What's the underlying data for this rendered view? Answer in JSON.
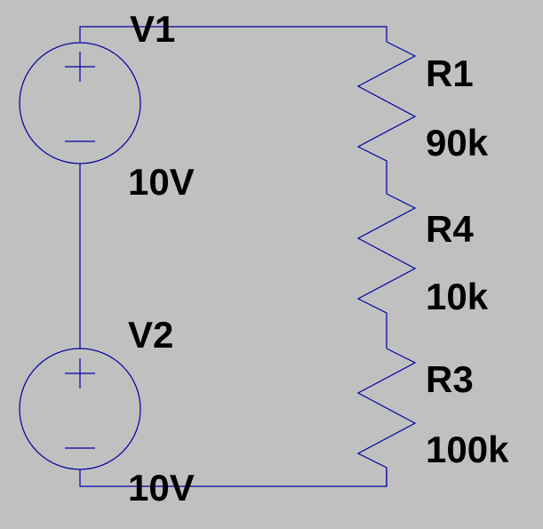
{
  "colors": {
    "background": "#c0c0c0",
    "wire": "#0000a0",
    "text": "#000000"
  },
  "components": {
    "v1": {
      "name": "V1",
      "value": "10V",
      "type": "voltage-source"
    },
    "v2": {
      "name": "V2",
      "value": "10V",
      "type": "voltage-source"
    },
    "r1": {
      "name": "R1",
      "value": "90k",
      "type": "resistor"
    },
    "r4": {
      "name": "R4",
      "value": "10k",
      "type": "resistor"
    },
    "r3": {
      "name": "R3",
      "value": "100k",
      "type": "resistor"
    }
  }
}
